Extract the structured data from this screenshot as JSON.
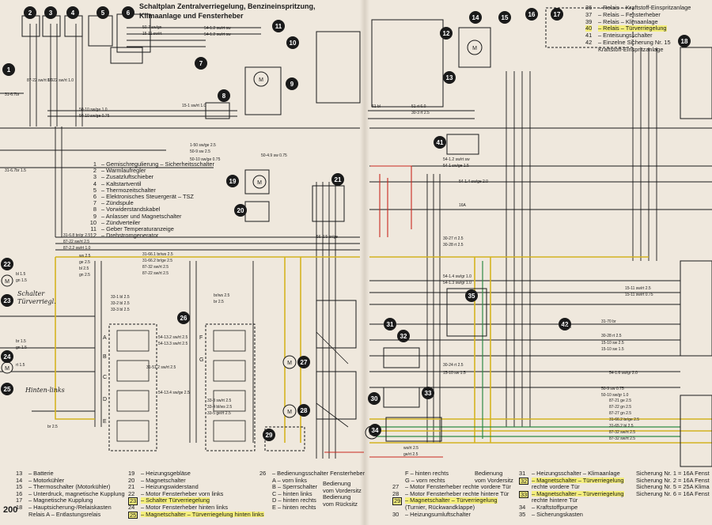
{
  "header": {
    "title_line1": "Schaltplan Zentralverriegelung, Benzineinspritzung,",
    "title_line2": "Klimaanlage und Fensterheber"
  },
  "top_right_legend": [
    {
      "num": "36",
      "text": "– Relais – Kraftstoff-Einspritzanlage"
    },
    {
      "num": "37",
      "text": "– Relais – Fensterheber"
    },
    {
      "num": "39",
      "text": "– Relais – Klimaanlage"
    },
    {
      "num": "40",
      "text": "– Relais – Türverriegelung"
    },
    {
      "num": "41",
      "text": "– Enteisungsschalter"
    },
    {
      "num": "42",
      "text": "– Einzelne Sicherung Nr. 15"
    },
    {
      "num": "",
      "text": "Kraftstoff-Einspritzanlage"
    }
  ],
  "mid_legend": [
    {
      "num": "1",
      "text": "– Gemischregulierung – Sicherheitsschalter"
    },
    {
      "num": "2",
      "text": "– Warmlaufregler"
    },
    {
      "num": "3",
      "text": "– Zusatzluftschieber"
    },
    {
      "num": "4",
      "text": "– Kaltstartventil"
    },
    {
      "num": "5",
      "text": "– Thermozeitschalter"
    },
    {
      "num": "6",
      "text": "– Elektronisches Steuergerät – TSZ"
    },
    {
      "num": "7",
      "text": "– Zündspule"
    },
    {
      "num": "8",
      "text": "– Vorwiderstandskabel"
    },
    {
      "num": "9",
      "text": "– Anlasser und Magnetschalter"
    },
    {
      "num": "10",
      "text": "– Zündverteiler"
    },
    {
      "num": "11",
      "text": "– Geber Temperaturanzeige"
    },
    {
      "num": "12",
      "text": "– Drehstromgenerator"
    }
  ],
  "bottom_legend_col1": [
    {
      "num": "13",
      "text": "– Batterie"
    },
    {
      "num": "14",
      "text": "– Motorkühler"
    },
    {
      "num": "15",
      "text": "– Thermoschalter (Motorkühler)"
    },
    {
      "num": "16",
      "text": "– Unterdruck, magnetische Kupplung"
    },
    {
      "num": "17",
      "text": "– Magnetische Kupplung"
    },
    {
      "num": "18",
      "text": "– Hauptsicherung-/Relaiskasten"
    },
    {
      "num": "",
      "text": "Relais A – Entlastungsrelais"
    }
  ],
  "bottom_legend_col2": [
    {
      "num": "19",
      "text": "– Heizungsgebläse"
    },
    {
      "num": "20",
      "text": "– Magnetschalter"
    },
    {
      "num": "21",
      "text": "– Heizungswiderstand"
    },
    {
      "num": "22",
      "text": "– Motor Fensterheber vorn links"
    },
    {
      "num": "23",
      "text": "– Schalter Türverriegelung"
    },
    {
      "num": "24",
      "text": "– Motor Fensterheber hinten links"
    },
    {
      "num": "25",
      "text": "– Magnetschalter – Türverriegelung hinten links"
    }
  ],
  "bottom_legend_col3": [
    {
      "num": "26",
      "text": "– Bedienungsschalter Fensterheber"
    },
    {
      "num": "",
      "text": "A – vorn links"
    },
    {
      "num": "",
      "text": "B – Sperrschalter"
    },
    {
      "num": "",
      "text": "C – hinten links"
    },
    {
      "num": "",
      "text": "D – hinten rechts"
    },
    {
      "num": "",
      "text": "E – hinten rechts"
    }
  ],
  "bottom_legend_col3_brackets": [
    "Bedienung",
    "vom Vordersitz",
    "Bedienung",
    "vom Rücksitz"
  ],
  "bottom_legend_col4": [
    {
      "num": "",
      "text": "F – hinten rechts"
    },
    {
      "num": "",
      "text": "G – vorn rechts"
    },
    {
      "num": "27",
      "text": "– Motor Fensterheber rechte vordere Tür"
    },
    {
      "num": "28",
      "text": "– Motor Fensterheber rechte hintere Tür"
    },
    {
      "num": "29",
      "text": "– Magnetschalter – Türverriegelung"
    },
    {
      "num": "",
      "text": "(Turnier, Rückwandklappe)"
    },
    {
      "num": "30",
      "text": "– Heizungsumluftschalter"
    }
  ],
  "bottom_legend_col4_brackets": [
    "Bedienung",
    "vom Vordersitz"
  ],
  "bottom_legend_col5": [
    {
      "num": "31",
      "text": "– Heizungsschalter – Klimaanlage"
    },
    {
      "num": "32",
      "text": "– Magnetschalter – Türverriegelung"
    },
    {
      "num": "",
      "text": "rechte vordere Tür"
    },
    {
      "num": "33",
      "text": "– Magnetschalter – Türverriegelung"
    },
    {
      "num": "",
      "text": "rechte hintere Tür"
    },
    {
      "num": "34",
      "text": "– Kraftstoffpumpe"
    },
    {
      "num": "35",
      "text": "– Sicherungskasten"
    }
  ],
  "bottom_legend_col6": [
    {
      "text": "Sicherung Nr. 1 = 16A Fenst"
    },
    {
      "text": "Sicherung Nr. 2 = 16A Fenst"
    },
    {
      "text": "Sicherung Nr. 5 = 25A Klima"
    },
    {
      "text": "Sicherung Nr. 6 = 16A Fenst"
    }
  ],
  "page_number": "200",
  "component_numbers": [
    "1",
    "2",
    "3",
    "4",
    "5",
    "6",
    "7",
    "8",
    "9",
    "10",
    "11",
    "12",
    "13",
    "14",
    "15",
    "16",
    "17",
    "18",
    "19",
    "20",
    "21",
    "22",
    "23",
    "24",
    "25",
    "26",
    "27",
    "28",
    "29",
    "30",
    "31",
    "32",
    "33",
    "34",
    "35",
    "41",
    "42"
  ],
  "handwritten": {
    "schalter": "Schalter",
    "turverriegl": "Türverriegl.",
    "hinten_links": "Hinten-links"
  },
  "switch_labels": [
    "A",
    "B",
    "C",
    "D",
    "E",
    "F",
    "G"
  ],
  "wire_labels_left": [
    "31-6.7br 1.5",
    "31-6.7br",
    "87-22 sw/rt 1.0",
    "87-22 sw/rt 1.0",
    "31-6.8 br/gr 2.5",
    "87-22 sw/rt 2.5",
    "87-2.2 sw/rt 1.0",
    "50-7 sw/gn",
    "15-11 sw/rt",
    "50-10 sw/ge 1.0",
    "50-10 sw/ge 0.75",
    "15-1 sw/rt 1.0",
    "1-50 sw/ge 2.5",
    "50-9 sw 2.5",
    "50-10 sw/ge 0.75",
    "54-1.2 sw/rt sw",
    "54-1.2 sw/rt sw",
    "50-4.9 sw 0.75",
    "ws 2.5",
    "ge 2.5",
    "bl 2.5",
    "gn 2.5",
    "31-66.1 br/ws 2.5",
    "31-66.2 br/ge 2.5",
    "87-32 sw/rt 2.5",
    "87-22 sw/rt 2.5",
    "33-1 bl 2.5",
    "33-2 bl 2.5",
    "33-3 bl 2.5",
    "31-51.2 sw/rt 2.5",
    "54-13.2 sw/rt 2.5",
    "54-13.3 sw/rt 2.5",
    "54-13.4 sw/ge 2.5",
    "33-3 sw/rt 2.5",
    "33-4 bl/ws 2.5",
    "33-5 ge/rt 2.5",
    "bl 1.5",
    "gn 1.5",
    "br 1.5",
    "gn 1.5",
    "rt 1.5",
    "br 2.5",
    "br/ws 2.5",
    "br 2.5",
    "56-2.5 br/ge"
  ],
  "wire_labels_right": [
    "54-1.2 sw/rt sw",
    "54-1 sw/ge 1.5",
    "54-1.4 sw/ge 2.0",
    "15-11 sw/rt 2.5",
    "15-11 sw/rt 0.75",
    "31-70 br",
    "30-28 rt 2.5",
    "15-10 sw 2.5",
    "15-10 sw 1.5",
    "54-1.6 sw/gr 2.0",
    "50-9 sw 0.75",
    "50-10 sw/gr 1.0",
    "87-21 ge 2.5",
    "87-22 gn 2.5",
    "87-27 gn 2.5",
    "31-66.2 br/ge 2.5",
    "31-65.2 bl 2.5",
    "87-32 sw/rt 2.5",
    "87-32 sw/rt 2.5",
    "ws/rt 2.5",
    "ge/rt 2.5",
    "30-24 rt 2.5",
    "15-10 sw 1.5",
    "30-27 rt 2.5",
    "30-28 rt 2.5",
    "54-1.4 sw/gr 1.0",
    "54-1.3 sw/gr 1.0",
    "51 rt 6.0",
    "30-3 rt 2.5",
    "61 bl",
    "16 A",
    "16A"
  ],
  "colors": {
    "paper": "#efe8dd",
    "ink": "#1a1a1a",
    "yellow_highlight": "#f4ee7c",
    "yellow_wire": "#d4b320",
    "red_wire": "#c8281e",
    "green_wire": "#2f8a45",
    "brown_wire": "#8a5a2a"
  }
}
